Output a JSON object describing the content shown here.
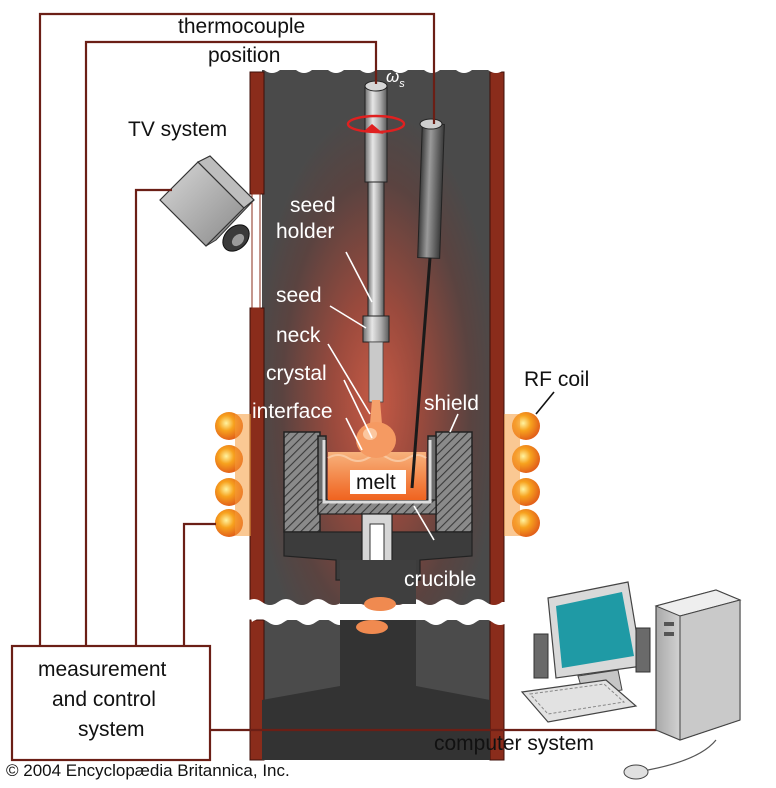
{
  "labels": {
    "thermocouple_line1": "thermocouple",
    "thermocouple_line2": "position",
    "omega": "ω",
    "omega_sub": "s",
    "tv_system": "TV system",
    "seed_holder_line1": "seed",
    "seed_holder_line2": "holder",
    "seed": "seed",
    "neck": "neck",
    "crystal": "crystal",
    "interface": "interface",
    "shield": "shield",
    "rf_coil": "RF coil",
    "melt": "melt",
    "crucible": "crucible",
    "control_line1": "measurement",
    "control_line2": "and control",
    "control_line3": "system",
    "computer_system": "computer system",
    "copyright": "© 2004 Encyclopædia Britannica, Inc."
  },
  "colors": {
    "chamber_wall": "#8a2c1b",
    "chamber_interior": "#4d4d4d",
    "wire": "#6b1f16",
    "coil_glow": "#f08a1c",
    "melt": "#f47a3c",
    "rotation_arrow": "#e02020"
  },
  "icons": {
    "tv_camera": "camera-icon",
    "computer": "desktop-computer-icon",
    "rotation": "rotation-arrow-icon"
  }
}
